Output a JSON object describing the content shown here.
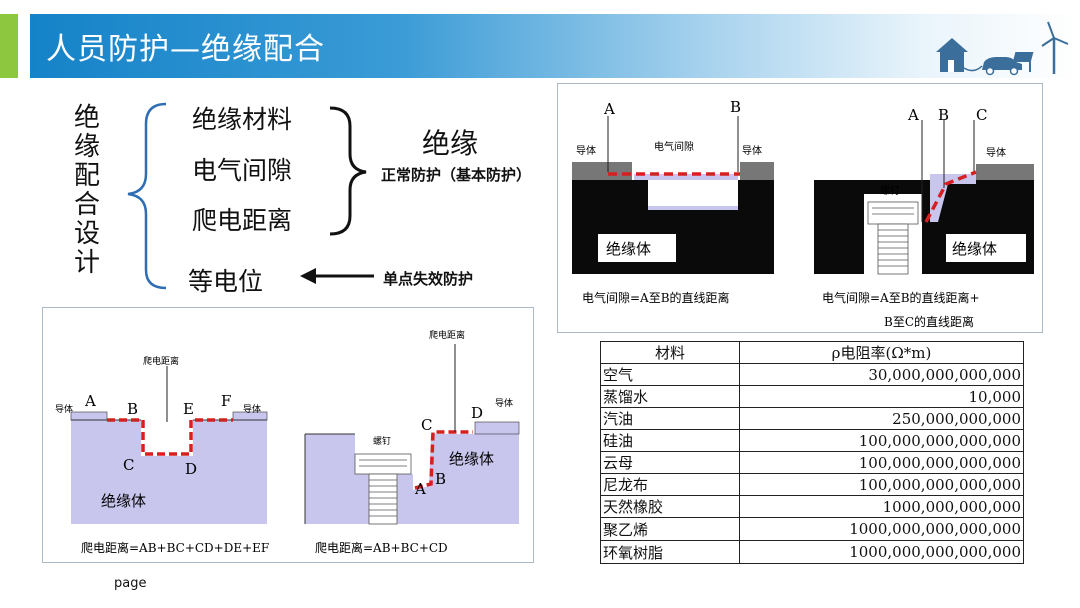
{
  "header": {
    "title": "人员防护—绝缘配合"
  },
  "classification": {
    "vertical_title": [
      "绝",
      "缘",
      "配",
      "合",
      "设",
      "计"
    ],
    "items": [
      "绝缘材料",
      "电气间隙",
      "爬电距离",
      "等电位"
    ],
    "insulation_label": "绝缘",
    "normal_protection": "正常防护（基本防护）",
    "single_fault": "单点失效防护"
  },
  "clearance_figure": {
    "conductor": "导体",
    "gap": "电气间隙",
    "insulator": "绝缘体",
    "screw": "螺钉",
    "A": "A",
    "B": "B",
    "C": "C",
    "caption_left": "电气间隙=A至B的直线距离",
    "caption_right_1": "电气间隙=A至B的直线距离+",
    "caption_right_2": "B至C的直线距离"
  },
  "creepage_figure": {
    "conductor": "导体",
    "creepage": "爬电距离",
    "insulator": "绝缘体",
    "screw": "螺钉",
    "A": "A",
    "B": "B",
    "C": "C",
    "D": "D",
    "E": "E",
    "F": "F",
    "caption_left": "爬电距离=AB+BC+CD+DE+EF",
    "caption_right": "爬电距离=AB+BC+CD"
  },
  "resistivity_table": {
    "headers": [
      "材料",
      "ρ电阻率(Ω*m)"
    ],
    "rows": [
      [
        "空气",
        "30,000,000,000,000"
      ],
      [
        "蒸馏水",
        "10,000"
      ],
      [
        "汽油",
        "250,000,000,000"
      ],
      [
        "硅油",
        "100,000,000,000,000"
      ],
      [
        "云母",
        "100,000,000,000,000"
      ],
      [
        "尼龙布",
        "100,000,000,000,000"
      ],
      [
        "天然橡胶",
        "1000,000,000,000"
      ],
      [
        "聚乙烯",
        "1000,000,000,000,000"
      ],
      [
        "环氧树脂",
        "1000,000,000,000,000"
      ]
    ]
  },
  "footer": {
    "page": "page"
  },
  "colors": {
    "header_blue": "#1583c8",
    "accent_green": "#8dc63f",
    "insulator_fill": "#c9c6ee",
    "path_red": "#d62020"
  }
}
